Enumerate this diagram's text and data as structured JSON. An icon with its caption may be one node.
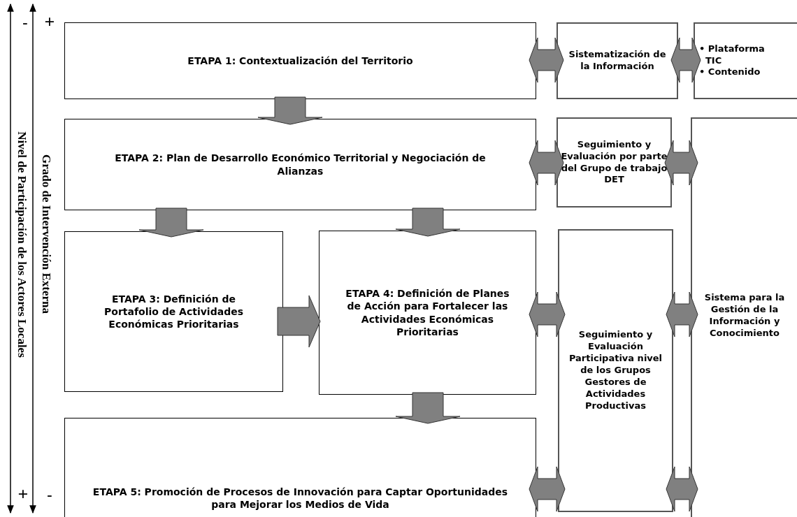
{
  "diagram": {
    "nodes": [
      {
        "text": [
          "ETAPA 1: Contextualización del Territorio"
        ]
      },
      {
        "text": [
          "Sistematización de la Información"
        ]
      },
      {
        "text": [
          "• Plataforma TIC",
          "• Contenido"
        ]
      },
      {
        "text": [
          "ETAPA 2: Plan de Desarrollo Económico Territorial y Negociación de Alianzas"
        ]
      },
      {
        "text": [
          "Seguimiento y Evaluación por parte del Grupo de trabajo DET"
        ]
      },
      {
        "text": [
          "ETAPA 3: Definición de Portafolio de Actividades Económicas Prioritarias"
        ]
      },
      {
        "text": [
          "ETAPA 4: Definición de Planes de Acción para Fortalecer las Actividades Económicas Prioritarias"
        ]
      },
      {
        "text": [
          "Seguimiento y Evaluación Participativa nivel de los Grupos Gestores de Actividades Productivas"
        ]
      },
      {
        "text": [
          "Sistema para la Gestión de la Información y Conocimiento"
        ]
      },
      {
        "text": [
          "ETAPA 5: Promoción de Procesos de Innovación para Captar Oportunidades para Mejorar los Medios de Vida"
        ]
      }
    ],
    "edges": [
      {
        "from": 0,
        "to": 3,
        "arrow": "to"
      },
      {
        "from": 3,
        "to": 5,
        "arrow": "to"
      },
      {
        "from": 3,
        "to": 6,
        "arrow": "to"
      },
      {
        "from": 5,
        "to": 6,
        "arrow": "to"
      },
      {
        "from": 6,
        "to": 9,
        "arrow": "to"
      },
      {
        "from": 0,
        "to": 1,
        "arrow": "both"
      },
      {
        "from": 1,
        "to": 2,
        "arrow": "both"
      },
      {
        "from": 3,
        "to": 4,
        "arrow": "both"
      },
      {
        "from": 4,
        "to": 8,
        "arrow": "both"
      },
      {
        "from": 6,
        "to": 7,
        "arrow": "both"
      },
      {
        "from": 7,
        "to": 8,
        "arrow": "both"
      },
      {
        "from": 9,
        "to": 7,
        "arrow": "both"
      },
      {
        "from": 7,
        "to": 8,
        "arrow": "both"
      }
    ],
    "labels": [
      "-",
      "+",
      "Nivel de Participación de los Actores Locales",
      "Grado de Intervención Externa",
      "+",
      "-"
    ]
  }
}
